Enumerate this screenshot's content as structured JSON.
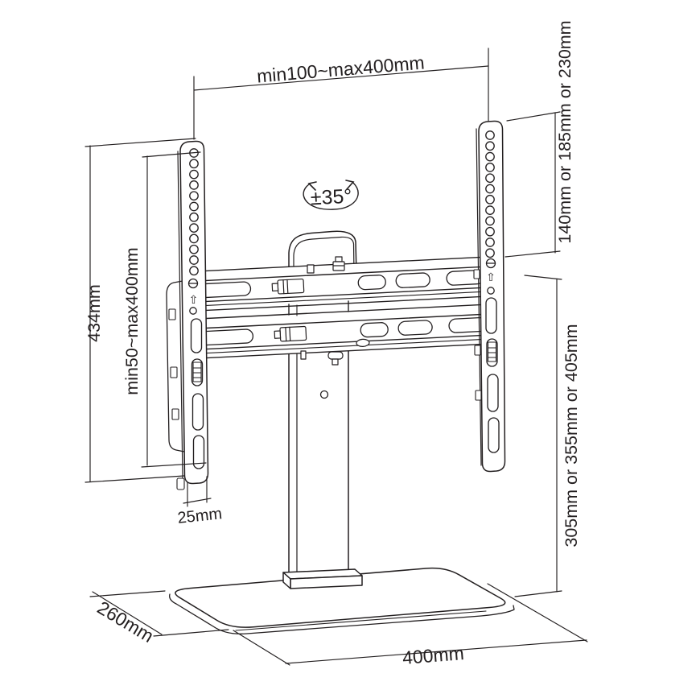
{
  "diagram": {
    "type": "technical-dimension-drawing",
    "subject": "tabletop-tv-stand-with-vesa-brackets",
    "colors": {
      "line": "#231f20",
      "background": "#ffffff"
    }
  },
  "labels": {
    "vesa_width": "min100~max400mm",
    "swivel_angle": "±35°",
    "mount_offset": "140mm or 185mm or 230mm",
    "bracket_height": "434mm",
    "vesa_height": "min50~max400mm",
    "bracket_width": "25mm",
    "stand_height": "305mm or 355mm or 405mm",
    "base_depth": "260mm",
    "base_width": "400mm"
  },
  "icons": {
    "up_arrow": "⇧"
  }
}
